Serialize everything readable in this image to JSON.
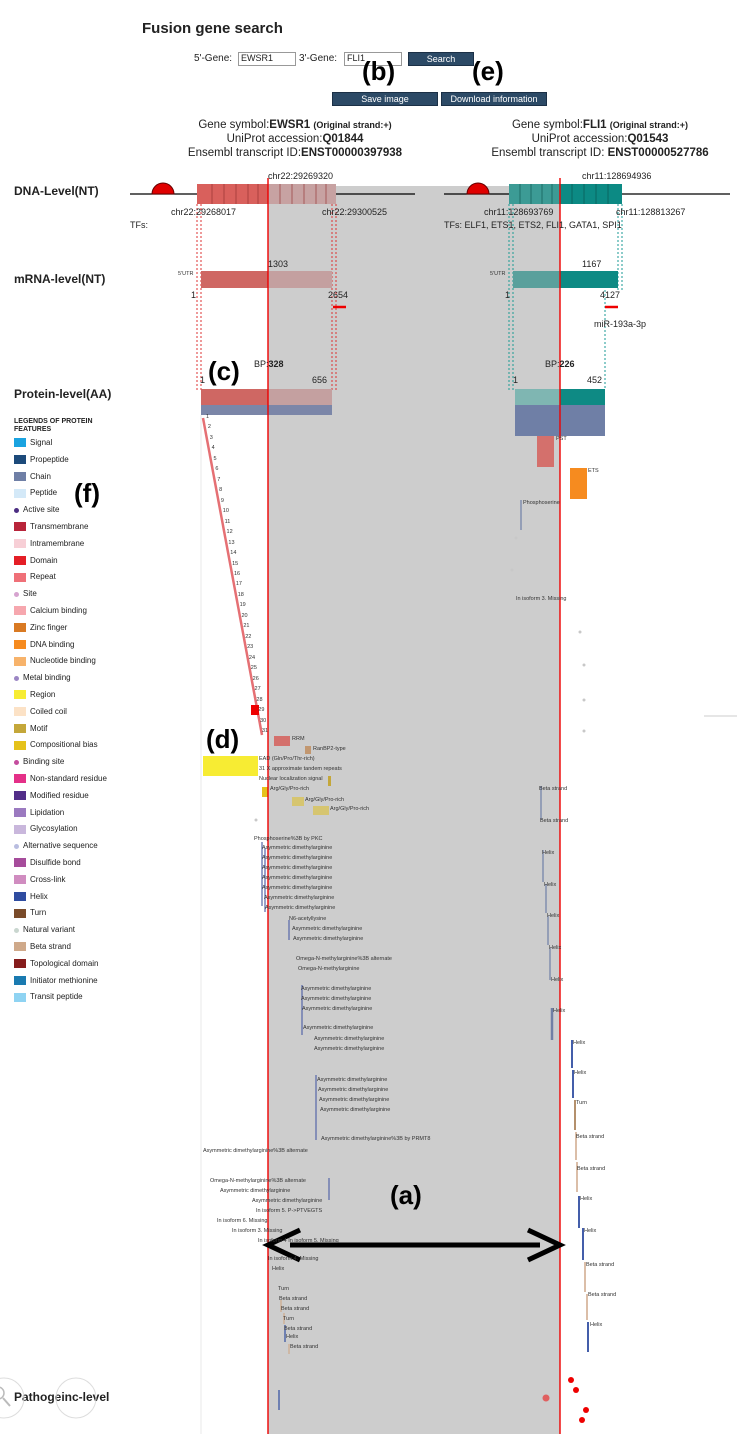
{
  "page_title": "Fusion gene search",
  "form": {
    "gene5_label": "5'-Gene:",
    "gene5_value": "EWSR1",
    "gene3_label": "3'-Gene:",
    "gene3_value": "FLI1",
    "search_label": "Search",
    "save_label": "Save image",
    "download_label": "Download information"
  },
  "gene5": {
    "symbol_label": "Gene symbol:",
    "symbol": "EWSR1",
    "strand": "(Original strand:+)",
    "uniprot_label": "UniProt accession:",
    "uniprot": "Q01844",
    "ensembl_label": "Ensembl transcript ID:",
    "ensembl": "ENST00000397938",
    "dna_top": "chr22:29269320",
    "dna_left": "chr22:29268017",
    "dna_right": "chr22:29300525",
    "mrna_bp": "1303",
    "mrna_start": "1",
    "mrna_end": "2654",
    "utr": "5'UTR",
    "prot_bp_label": "BP:",
    "prot_bp": "328",
    "prot_start": "1",
    "prot_end": "656"
  },
  "gene3": {
    "symbol_label": "Gene symbol:",
    "symbol": "FLI1",
    "strand": "(Original strand:+)",
    "uniprot_label": "UniProt accession:",
    "uniprot": "Q01543",
    "ensembl_label": "Ensembl transcript ID:",
    "ensembl": "ENST00000527786",
    "dna_top": "chr11:128694936",
    "dna_left": "chr11:128693769",
    "dna_right": "chr11:128813267",
    "mrna_bp": "1167",
    "mrna_start": "1",
    "mrna_end": "4127",
    "utr": "5'UTR",
    "mirna": "miR-193a-3p",
    "prot_bp_label": "BP:",
    "prot_bp": "226",
    "prot_start": "1",
    "prot_end": "452"
  },
  "levels": {
    "dna": "DNA-Level(NT)",
    "mrna": "mRNA-level(NT)",
    "protein": "Protein-level(AA)",
    "pathogenic": "Pathogeinc-level"
  },
  "tfs": {
    "left": "TFs:",
    "right": "TFs: ELF1, ETS1, ETS2, FLI1, GATA1, SPI1"
  },
  "annotations": {
    "a": "(a)",
    "b": "(b)",
    "c": "(c)",
    "d": "(d)",
    "e": "(e)",
    "f": "(f)"
  },
  "legend": {
    "title": "LEGENDS OF PROTEIN FEATURES",
    "items": [
      {
        "label": "Signal",
        "color": "#1aa3e0",
        "shape": "box"
      },
      {
        "label": "Propeptide",
        "color": "#1c4a7a",
        "shape": "box"
      },
      {
        "label": "Chain",
        "color": "#6f7fa6",
        "shape": "box"
      },
      {
        "label": "Peptide",
        "color": "#d4e9f8",
        "shape": "box"
      },
      {
        "label": "Active site",
        "color": "#4b2d82",
        "shape": "dot"
      },
      {
        "label": "Transmembrane",
        "color": "#b8243a",
        "shape": "box"
      },
      {
        "label": "Intramembrane",
        "color": "#f7cfd6",
        "shape": "box"
      },
      {
        "label": "Domain",
        "color": "#e41e26",
        "shape": "box"
      },
      {
        "label": "Repeat",
        "color": "#ef7078",
        "shape": "box"
      },
      {
        "label": "Site",
        "color": "#d6a3cf",
        "shape": "dot"
      },
      {
        "label": "Calcium binding",
        "color": "#f6a7ae",
        "shape": "box"
      },
      {
        "label": "Zinc finger",
        "color": "#d97a23",
        "shape": "box"
      },
      {
        "label": "DNA binding",
        "color": "#f68b1f",
        "shape": "box"
      },
      {
        "label": "Nucleotide binding",
        "color": "#f7b36b",
        "shape": "box"
      },
      {
        "label": "Metal binding",
        "color": "#9b86c4",
        "shape": "dot"
      },
      {
        "label": "Region",
        "color": "#f7ec33",
        "shape": "box"
      },
      {
        "label": "Coiled coil",
        "color": "#fce2c6",
        "shape": "box"
      },
      {
        "label": "Motif",
        "color": "#c4a73a",
        "shape": "box"
      },
      {
        "label": "Compositional bias",
        "color": "#e5c21b",
        "shape": "box"
      },
      {
        "label": "Binding site",
        "color": "#c44c9e",
        "shape": "dot"
      },
      {
        "label": "Non-standard residue",
        "color": "#e43088",
        "shape": "box"
      },
      {
        "label": "Modified residue",
        "color": "#522e89",
        "shape": "box"
      },
      {
        "label": "Lipidation",
        "color": "#9b7ac0",
        "shape": "box"
      },
      {
        "label": "Glycosylation",
        "color": "#c9b7dc",
        "shape": "box"
      },
      {
        "label": "Alternative sequence",
        "color": "#b9bde0",
        "shape": "dot"
      },
      {
        "label": "Disulfide bond",
        "color": "#a64c9b",
        "shape": "box"
      },
      {
        "label": "Cross-link",
        "color": "#d08cc0",
        "shape": "box"
      },
      {
        "label": "Helix",
        "color": "#2f4ca0",
        "shape": "box"
      },
      {
        "label": "Turn",
        "color": "#7a4b2a",
        "shape": "box"
      },
      {
        "label": "Natural variant",
        "color": "#c9d6cf",
        "shape": "dot"
      },
      {
        "label": "Beta strand",
        "color": "#cfa98a",
        "shape": "box"
      },
      {
        "label": "Topological domain",
        "color": "#861c1c",
        "shape": "box"
      },
      {
        "label": "Initiator methionine",
        "color": "#1a7ab0",
        "shape": "box"
      },
      {
        "label": "Transit peptide",
        "color": "#8fd3f2",
        "shape": "box"
      }
    ]
  },
  "left_features": [
    {
      "text": "RRM"
    },
    {
      "text": "RanBP2-type"
    },
    {
      "text": "EAD (Gln/Pro/Thr-rich)"
    },
    {
      "text": "31 X approximate tandem repeats"
    },
    {
      "text": "Nuclear localization signal"
    },
    {
      "text": "Arg/Gly/Pro-rich"
    },
    {
      "text": "Arg/Gly/Pro-rich"
    },
    {
      "text": "Arg/Gly/Pro-rich"
    },
    {
      "text": "Phosphoserine%3B by PKC"
    },
    {
      "text": "Asymmetric dimethylarginine"
    },
    {
      "text": "Asymmetric dimethylarginine"
    },
    {
      "text": "Asymmetric dimethylarginine"
    },
    {
      "text": "Asymmetric dimethylarginine"
    },
    {
      "text": "Asymmetric dimethylarginine"
    },
    {
      "text": "Asymmetric dimethylarginine"
    },
    {
      "text": "Asymmetric dimethylarginine"
    },
    {
      "text": "N6-acetyllysine"
    },
    {
      "text": "Asymmetric dimethylarginine"
    },
    {
      "text": "Asymmetric dimethylarginine"
    },
    {
      "text": "Omega-N-methylarginine%3B alternate"
    },
    {
      "text": "Omega-N-methylarginine"
    },
    {
      "text": "Asymmetric dimethylarginine"
    },
    {
      "text": "Asymmetric dimethylarginine"
    },
    {
      "text": "Asymmetric dimethylarginine"
    },
    {
      "text": "Asymmetric dimethylarginine"
    },
    {
      "text": "Asymmetric dimethylarginine"
    },
    {
      "text": "Asymmetric dimethylarginine"
    },
    {
      "text": "Asymmetric dimethylarginine"
    },
    {
      "text": "Asymmetric dimethylarginine"
    },
    {
      "text": "Asymmetric dimethylarginine"
    },
    {
      "text": "Asymmetric dimethylarginine"
    },
    {
      "text": "Asymmetric dimethylarginine%3B by PRMT8"
    },
    {
      "text": "Asymmetric dimethylarginine%3B alternate"
    },
    {
      "text": "Omega-N-methylarginine%3B alternate"
    },
    {
      "text": "Asymmetric dimethylarginine"
    },
    {
      "text": "Asymmetric dimethylarginine"
    },
    {
      "text": "In isoform 5. P->PTVEGTS"
    },
    {
      "text": "In isoform 6. Missing"
    },
    {
      "text": "In isoform 3. Missing"
    },
    {
      "text": "In isoform 4 In isoform 5. Missing"
    },
    {
      "text": "In isoform 4. Missing"
    },
    {
      "text": "Helix"
    },
    {
      "text": "Turn"
    },
    {
      "text": "Beta strand"
    },
    {
      "text": "Beta strand"
    },
    {
      "text": "Turn"
    },
    {
      "text": "Beta strand"
    },
    {
      "text": "Helix"
    },
    {
      "text": "Beta strand"
    }
  ],
  "right_features": [
    {
      "text": "PST"
    },
    {
      "text": "ETS"
    },
    {
      "text": "Phosphoserine"
    },
    {
      "text": "In isoform 3. Missing"
    },
    {
      "text": "Beta strand"
    },
    {
      "text": "Beta strand"
    },
    {
      "text": "Helix"
    },
    {
      "text": "Helix"
    },
    {
      "text": "Helix"
    },
    {
      "text": "Helix"
    },
    {
      "text": "Helix"
    },
    {
      "text": "Helix"
    },
    {
      "text": "Helix"
    },
    {
      "text": "Helix"
    },
    {
      "text": "Turn"
    },
    {
      "text": "Beta strand"
    },
    {
      "text": "Beta strand"
    },
    {
      "text": "Helix"
    },
    {
      "text": "Helix"
    },
    {
      "text": "Beta strand"
    },
    {
      "text": "Beta strand"
    },
    {
      "text": "Helix"
    }
  ],
  "repeat_numbers": [
    "1",
    "2",
    "3",
    "4",
    "5",
    "6",
    "7",
    "8",
    "9",
    "10",
    "11",
    "12",
    "13",
    "14",
    "15",
    "16",
    "17",
    "18",
    "19",
    "20",
    "21",
    "22",
    "23",
    "24",
    "25",
    "26",
    "27",
    "28",
    "29",
    "30",
    "31"
  ]
}
